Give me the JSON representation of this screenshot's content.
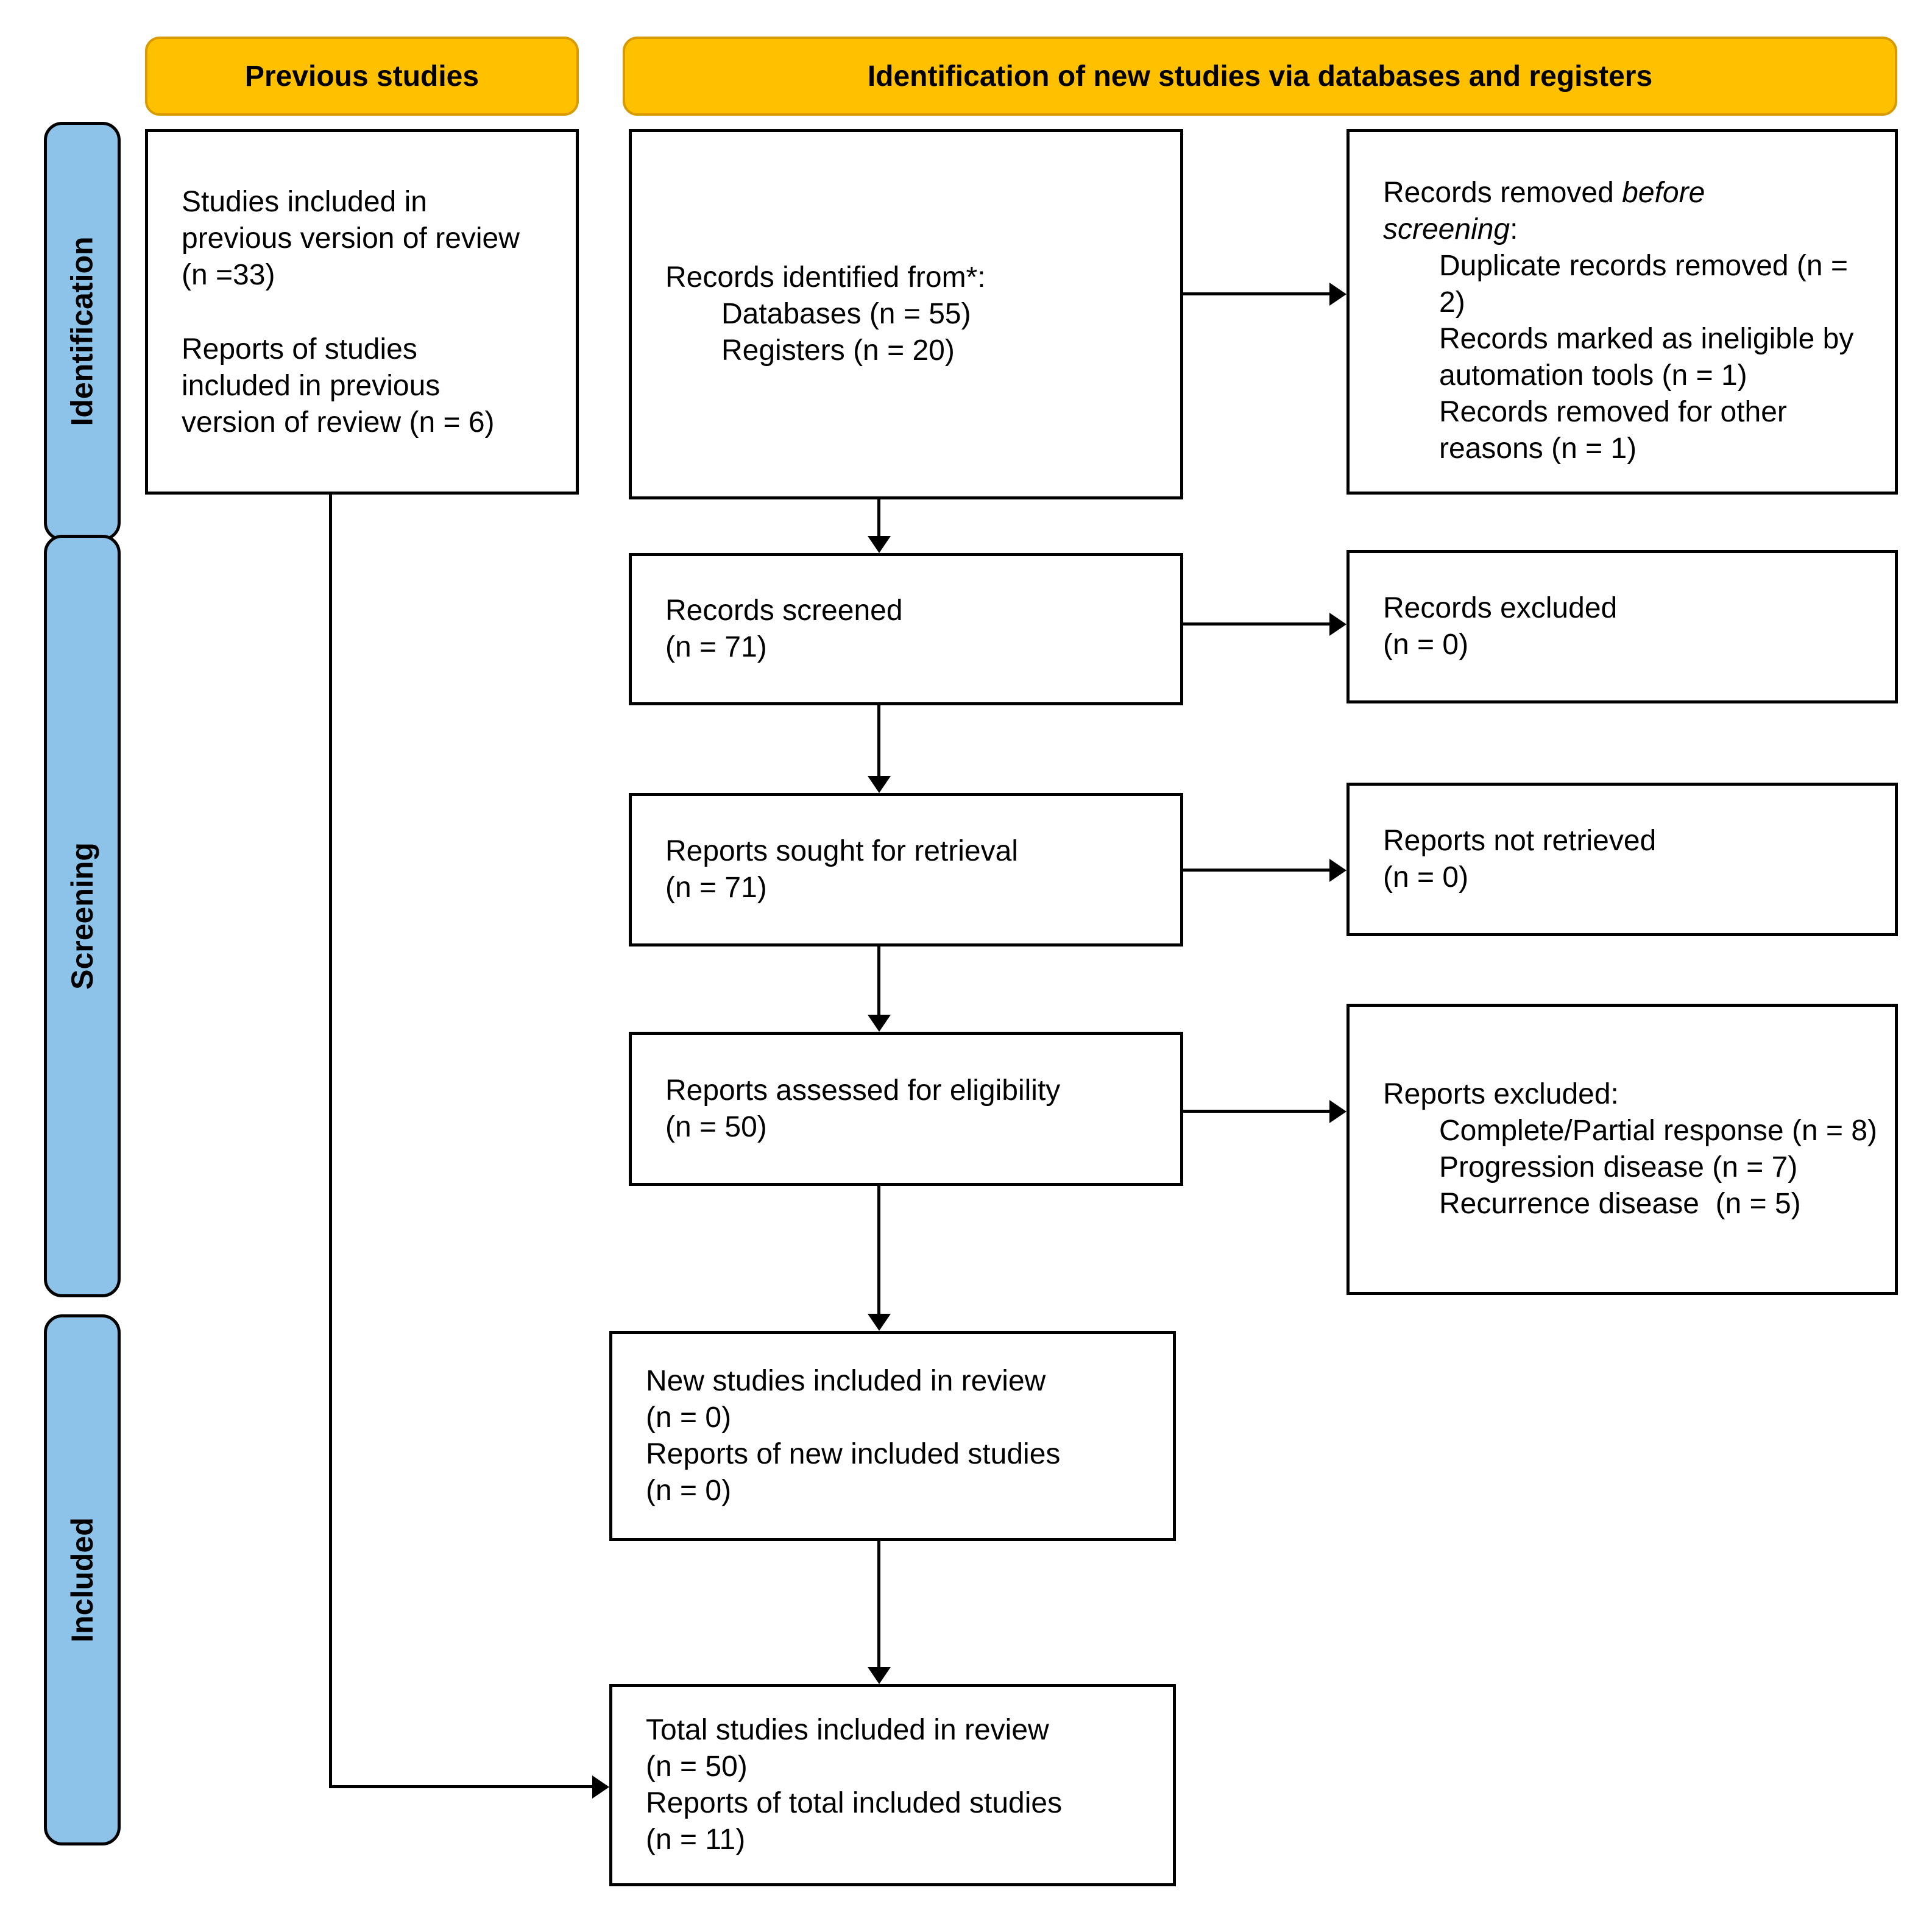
{
  "headers": {
    "previous_studies": "Previous studies",
    "identification_new": "Identification of new studies via databases and registers"
  },
  "stage_labels": {
    "identification": "Identification",
    "screening": "Screening",
    "included": "Included"
  },
  "boxes": {
    "previous_included": {
      "para1": "Studies included in previous version of review (n =33)",
      "para2": "Reports of studies included in previous version of review (n = 6)"
    },
    "records_identified": {
      "title": "Records identified from*:",
      "items": [
        "Databases (n = 55)",
        "Registers (n = 20)"
      ]
    },
    "records_removed": {
      "title_prefix": "Records removed ",
      "title_italic": "before screening",
      "title_suffix": ":",
      "items": [
        "Duplicate records removed (n = 2)",
        "Records marked as ineligible by automation tools (n = 1)",
        "Records removed for other reasons (n = 1)"
      ]
    },
    "records_screened": {
      "line1": "Records screened",
      "line2": "(n = 71)"
    },
    "records_excluded": {
      "line1": "Records excluded",
      "line2": "(n = 0)"
    },
    "reports_sought": {
      "line1": "Reports sought for retrieval",
      "line2": "(n = 71)"
    },
    "reports_not_retrieved": {
      "line1": "Reports not retrieved",
      "line2": "(n = 0)"
    },
    "reports_assessed": {
      "line1": "Reports assessed for eligibility",
      "line2": "(n = 50)"
    },
    "reports_excluded": {
      "title": "Reports excluded:",
      "items": [
        "Complete/Partial response (n = 8)",
        "Progression disease (n = 7)",
        "Recurrence disease  (n = 5)"
      ]
    },
    "new_studies": {
      "lines": [
        "New studies included in review",
        "(n = 0)",
        "Reports of new included studies",
        "(n = 0)"
      ]
    },
    "total_studies": {
      "lines": [
        "Total studies included in review",
        "(n = 50)",
        "Reports of total included studies",
        "(n = 11)"
      ]
    }
  },
  "colors": {
    "header_fill": "#FFC000",
    "header_border": "#D79B00",
    "stage_fill": "#8DC3E8",
    "line_color": "#000000"
  }
}
